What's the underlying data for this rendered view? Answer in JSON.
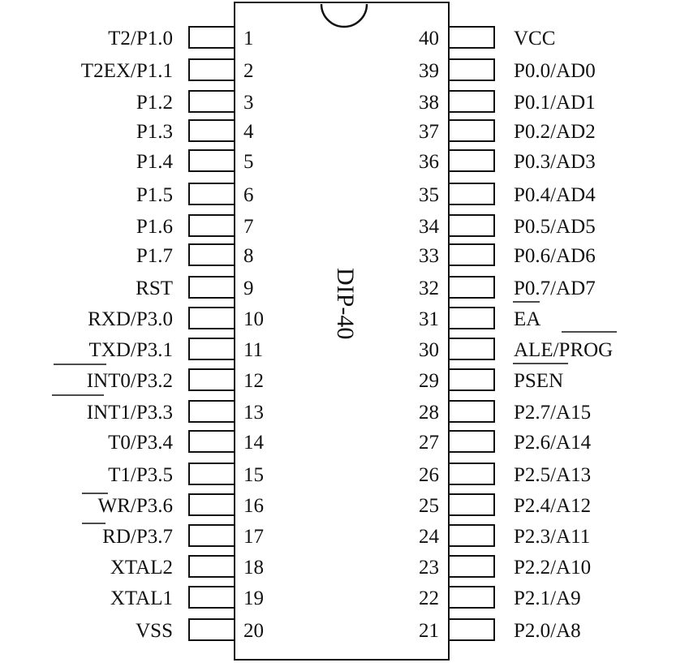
{
  "chip": {
    "name": "DIP-40"
  },
  "left_pins": [
    {
      "num": "1",
      "label": "T2/P1.0"
    },
    {
      "num": "2",
      "label": "T2EX/P1.1"
    },
    {
      "num": "3",
      "label": "P1.2"
    },
    {
      "num": "4",
      "label": "P1.3"
    },
    {
      "num": "5",
      "label": "P1.4"
    },
    {
      "num": "6",
      "label": "P1.5"
    },
    {
      "num": "7",
      "label": "P1.6"
    },
    {
      "num": "8",
      "label": "P1.7"
    },
    {
      "num": "9",
      "label": "RST"
    },
    {
      "num": "10",
      "label": "RXD/P3.0"
    },
    {
      "num": "11",
      "label": "TXD/P3.1"
    },
    {
      "num": "12",
      "label": "INT0/P3.2"
    },
    {
      "num": "13",
      "label": "INT1/P3.3"
    },
    {
      "num": "14",
      "label": "T0/P3.4"
    },
    {
      "num": "15",
      "label": "T1/P3.5"
    },
    {
      "num": "16",
      "label": "WR/P3.6"
    },
    {
      "num": "17",
      "label": "RD/P3.7"
    },
    {
      "num": "18",
      "label": "XTAL2"
    },
    {
      "num": "19",
      "label": "XTAL1"
    },
    {
      "num": "20",
      "label": "VSS"
    }
  ],
  "right_pins": [
    {
      "num": "40",
      "label": "VCC"
    },
    {
      "num": "39",
      "label": "P0.0/AD0"
    },
    {
      "num": "38",
      "label": "P0.1/AD1"
    },
    {
      "num": "37",
      "label": "P0.2/AD2"
    },
    {
      "num": "36",
      "label": "P0.3/AD3"
    },
    {
      "num": "35",
      "label": "P0.4/AD4"
    },
    {
      "num": "34",
      "label": "P0.5/AD5"
    },
    {
      "num": "33",
      "label": "P0.6/AD6"
    },
    {
      "num": "32",
      "label": "P0.7/AD7"
    },
    {
      "num": "31",
      "label": "EA"
    },
    {
      "num": "30",
      "label": "ALE/PROG"
    },
    {
      "num": "29",
      "label": "PSEN"
    },
    {
      "num": "28",
      "label": "P2.7/A15"
    },
    {
      "num": "27",
      "label": "P2.6/A14"
    },
    {
      "num": "26",
      "label": "P2.5/A13"
    },
    {
      "num": "25",
      "label": "P2.4/A12"
    },
    {
      "num": "24",
      "label": "P2.3/A11"
    },
    {
      "num": "23",
      "label": "P2.2/A10"
    },
    {
      "num": "22",
      "label": "P2.1/A9"
    },
    {
      "num": "21",
      "label": "P2.0/A8"
    }
  ]
}
